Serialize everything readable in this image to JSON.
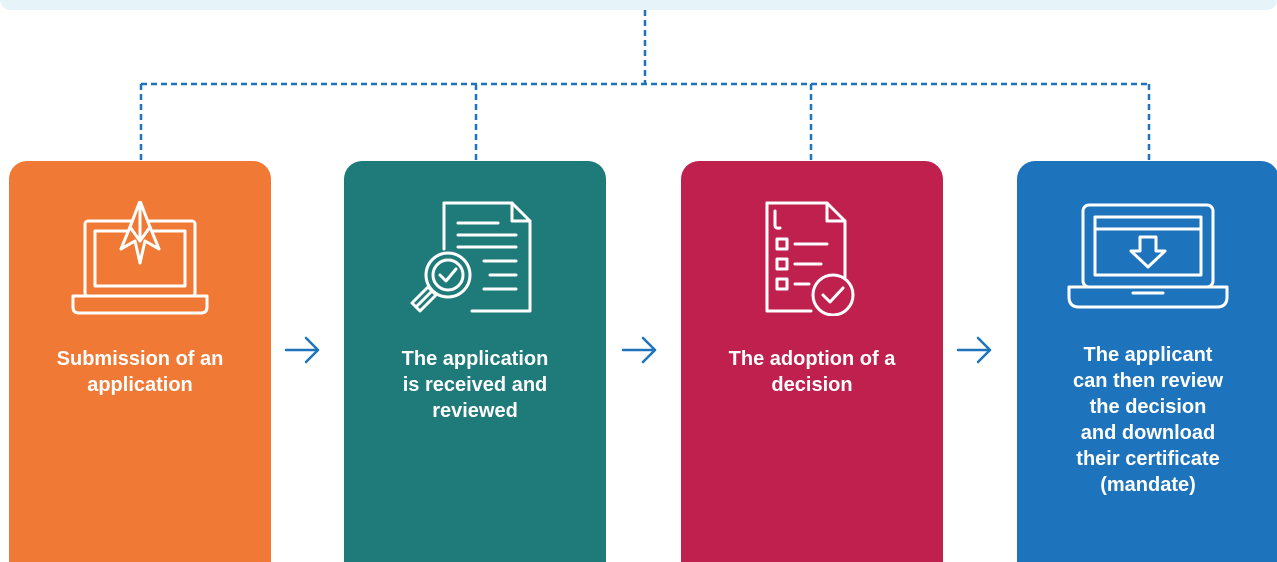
{
  "colors": {
    "banner": "#e6f4fa",
    "connector": "#1d74bd",
    "orange": "#f07a35",
    "teal": "#1e7b7a",
    "crimson": "#c0204e",
    "blue": "#1d74bd",
    "text": "#ffffff"
  },
  "steps": [
    {
      "icon": "laptop-paper-plane-icon",
      "label_lines": [
        "Submission of an",
        "application"
      ]
    },
    {
      "icon": "document-magnifier-check-icon",
      "label_lines": [
        "The application",
        "is received and",
        "reviewed"
      ]
    },
    {
      "icon": "checklist-document-check-icon",
      "label_lines": [
        "The adoption of a",
        "decision"
      ]
    },
    {
      "icon": "laptop-download-icon",
      "label_lines": [
        "The applicant",
        "can then review",
        "the decision",
        "and download",
        "their certificate",
        "(mandate)"
      ]
    }
  ]
}
